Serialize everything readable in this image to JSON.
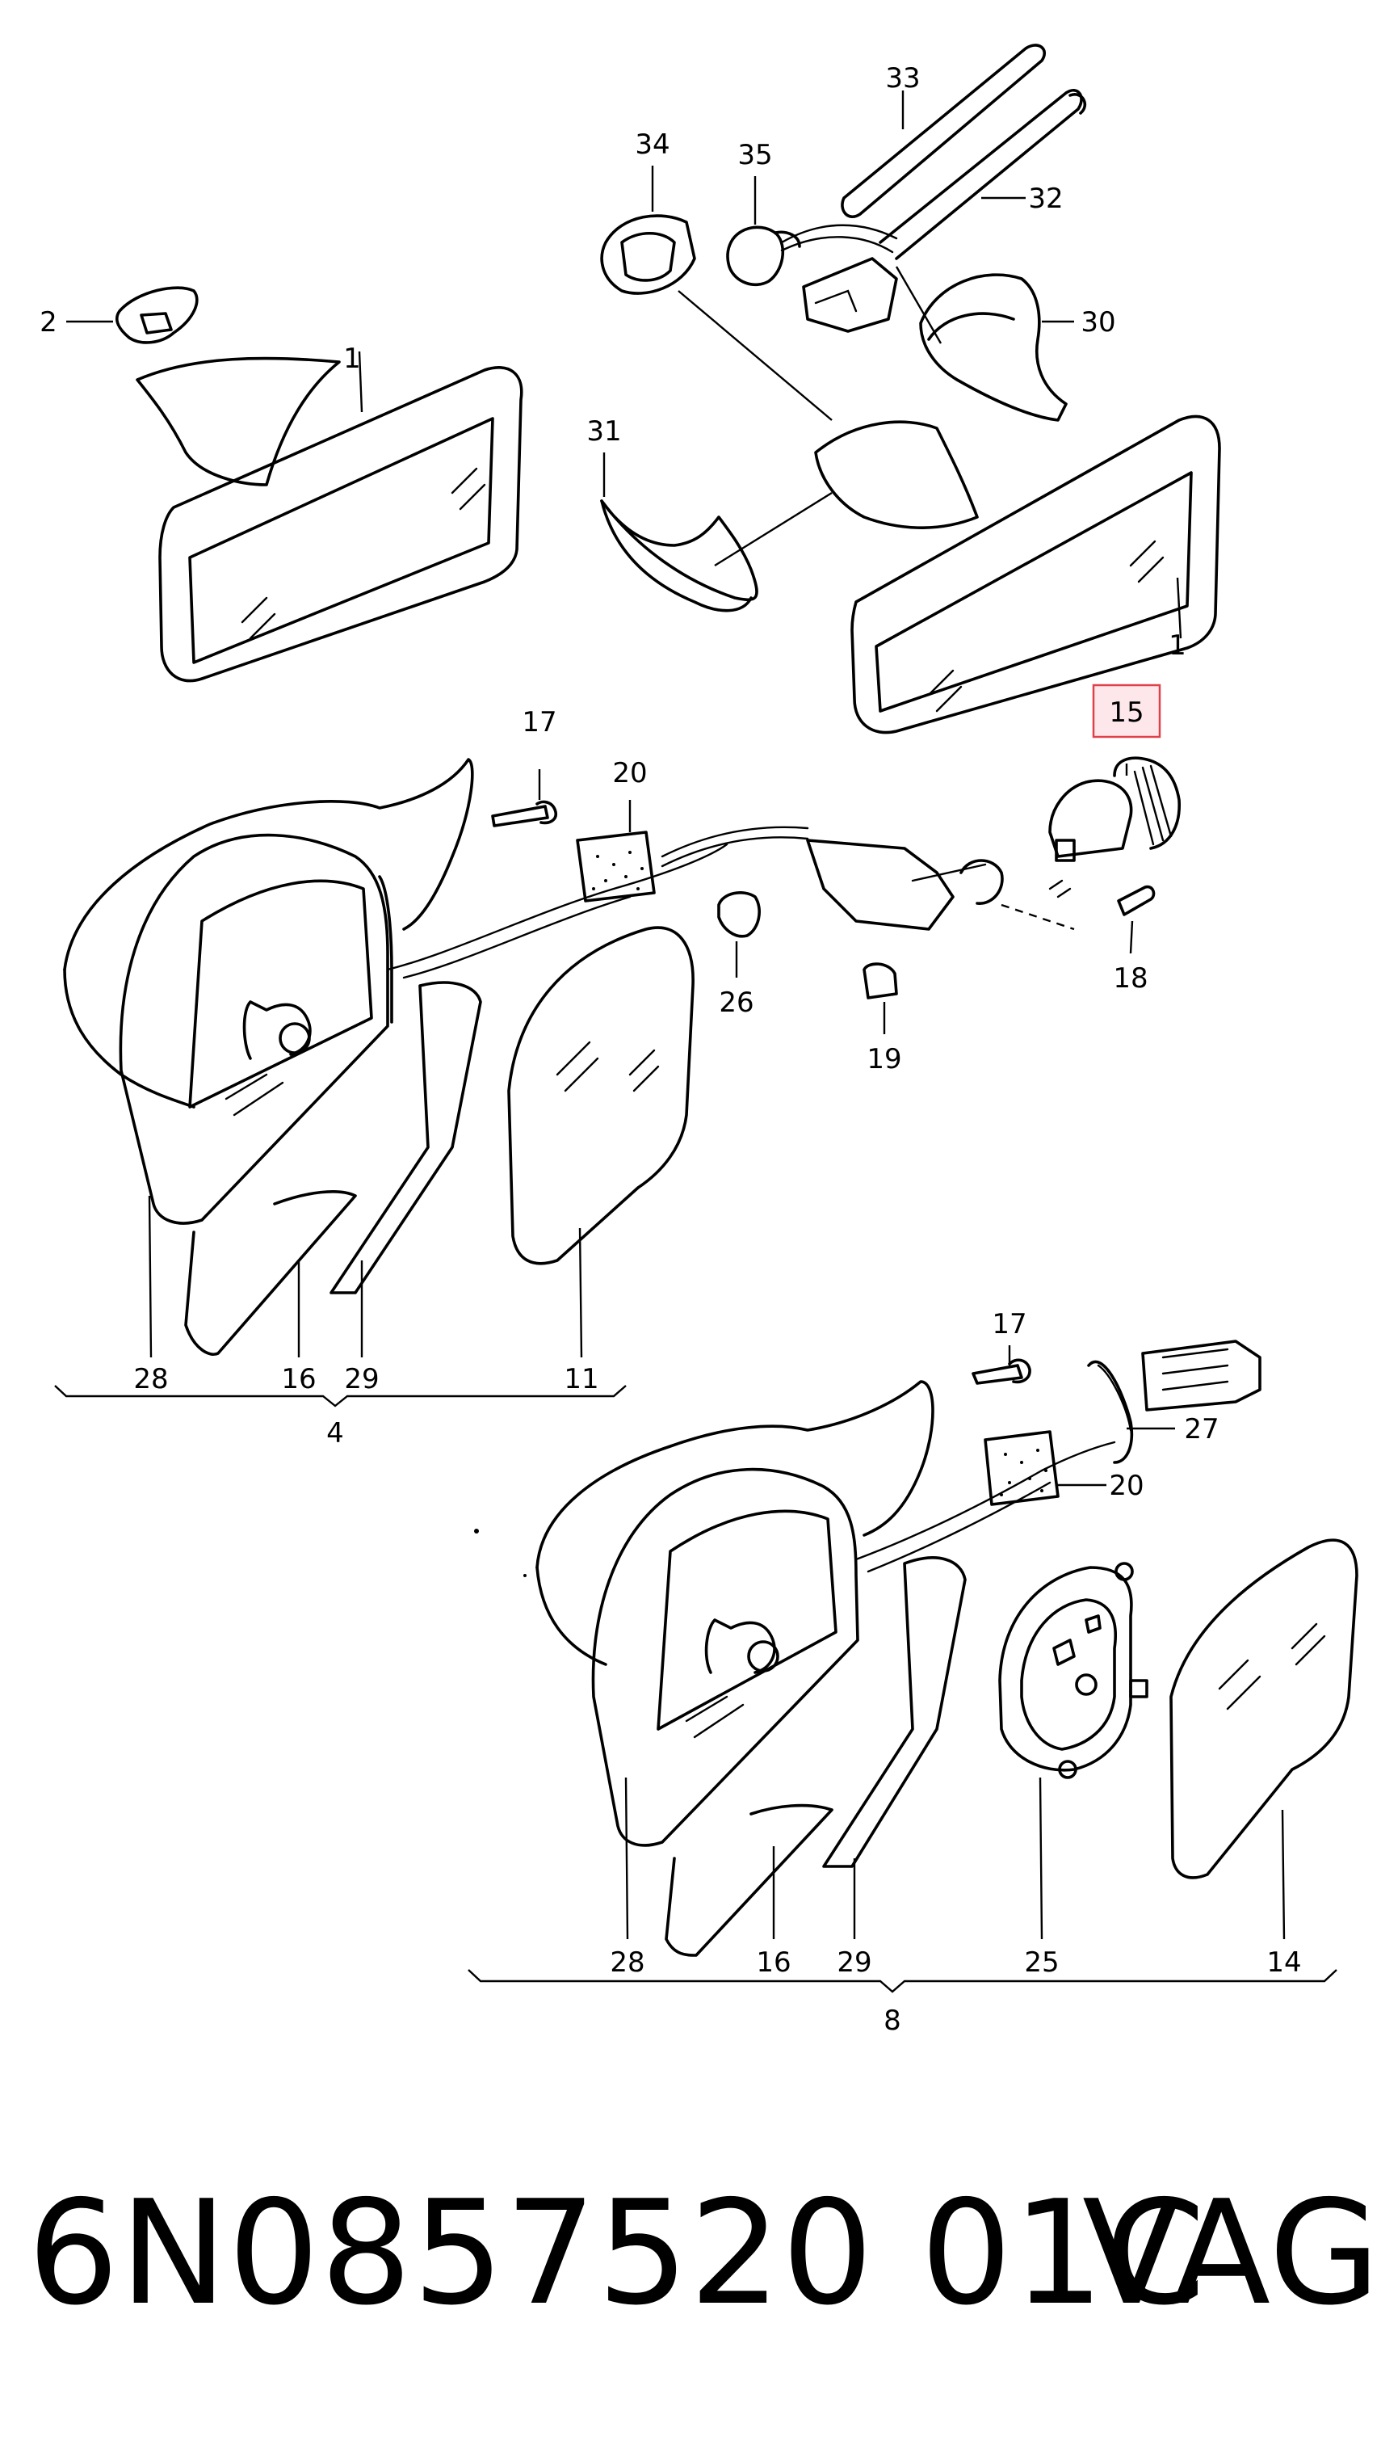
{
  "diagram": {
    "callouts": {
      "c1a": "1",
      "c1b": "1",
      "c2": "2",
      "c30": "30",
      "c31": "31",
      "c32": "32",
      "c33": "33",
      "c34": "34",
      "c35": "35",
      "c15": "15",
      "c17a": "17",
      "c18": "18",
      "c19": "19",
      "c20a": "20",
      "c26": "26",
      "c28a": "28",
      "c16a": "16",
      "c29a": "29",
      "c11": "11",
      "c4": "4",
      "c17b": "17",
      "c27": "27",
      "c20b": "20",
      "c28b": "28",
      "c16b": "16",
      "c29b": "29",
      "c25": "25",
      "c14": "14",
      "c8": "8"
    },
    "highlight_color": "#e0404a"
  },
  "footer": {
    "part_number": "6N0857520 01C",
    "brand": "VAG"
  }
}
